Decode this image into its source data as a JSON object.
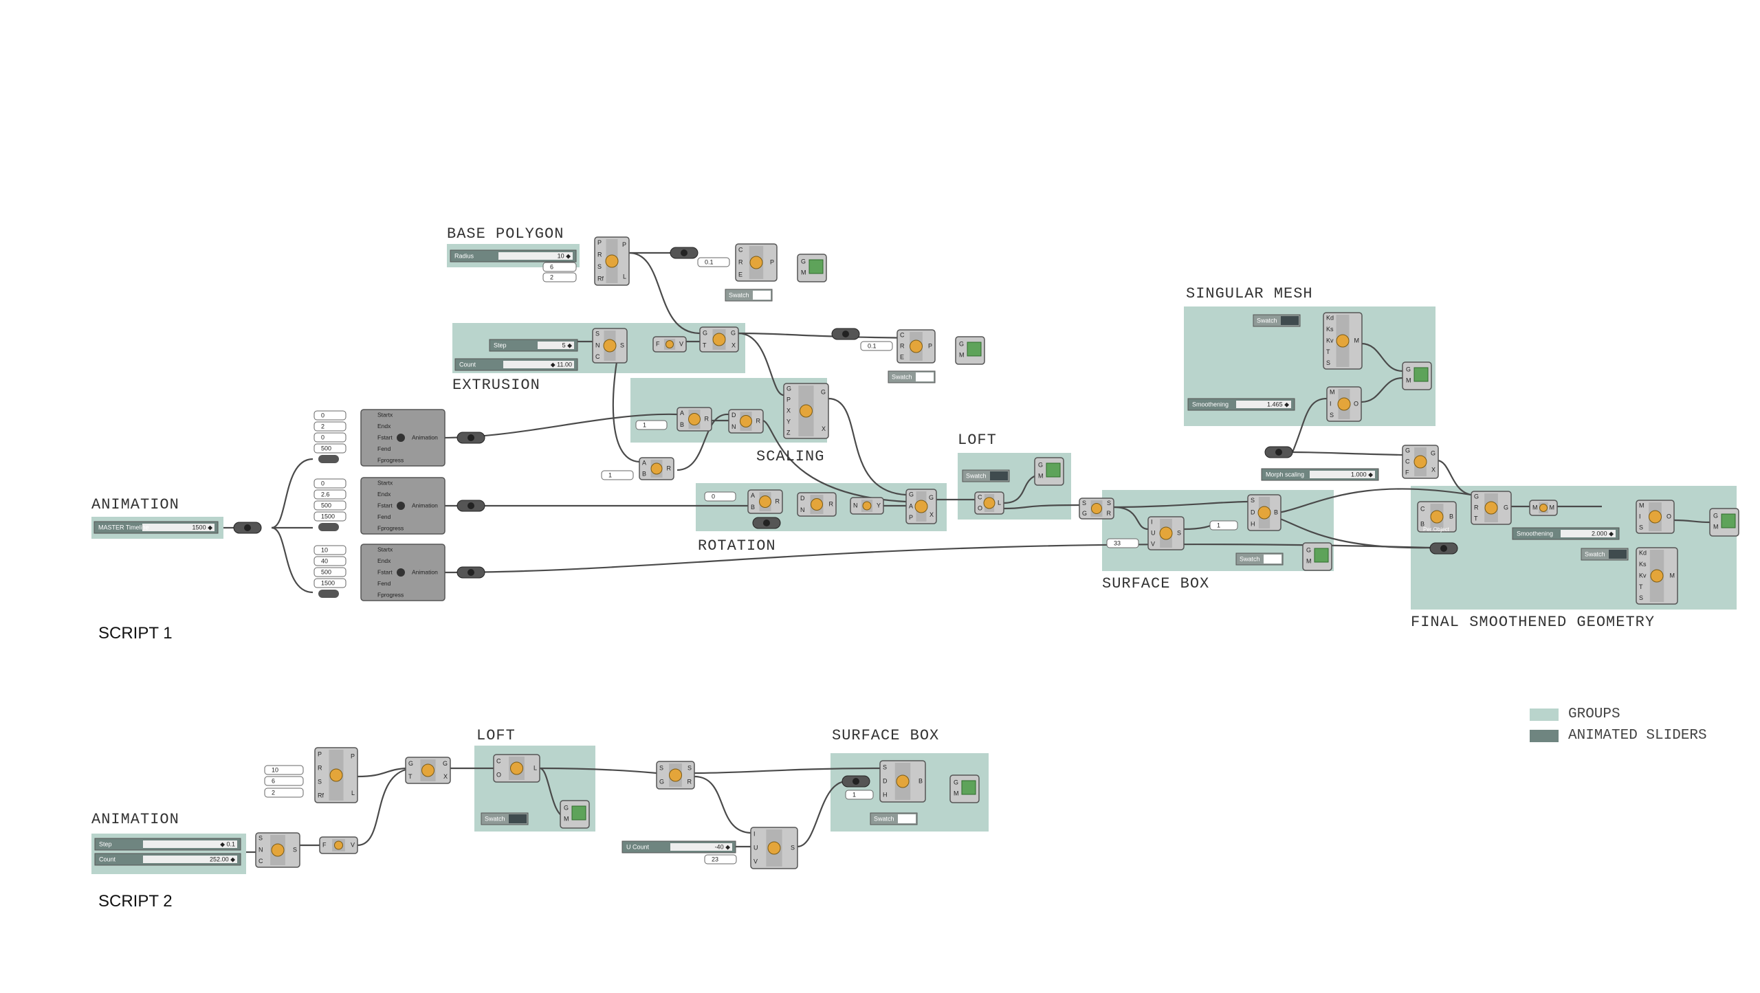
{
  "groups": {
    "base_polygon": "BASE POLYGON",
    "extrusion": "EXTRUSION",
    "scaling": "SCALING",
    "rotation": "ROTATION",
    "animation_1": "ANIMATION",
    "loft_1": "LOFT",
    "surface_box_1": "SURFACE BOX",
    "singular_mesh": "SINGULAR MESH",
    "final": "FINAL SMOOTHENED GEOMETRY",
    "animation_2": "ANIMATION",
    "loft_2": "LOFT",
    "surface_box_2": "SURFACE BOX"
  },
  "scripts": {
    "script1": "SCRIPT 1",
    "script2": "SCRIPT 2"
  },
  "legend": [
    {
      "label": "GROUPS",
      "color": "#b9d4cc"
    },
    {
      "label": "ANIMATED SLIDERS",
      "color": "#6f8580"
    }
  ],
  "colors": {
    "group_fill": "#b9d4cc",
    "animated_slider": "#6f8580",
    "component": "#c9c9c9",
    "wire": "#4a4a4a"
  },
  "sliders": {
    "master_timeline": {
      "label": "MASTER Timeline",
      "value": "1500 ◆"
    },
    "radius": {
      "label": "Radius",
      "value": "10 ◆"
    },
    "step": {
      "label": "Step",
      "value": "5 ◆"
    },
    "count": {
      "label": "Count",
      "value": "◆ 11.00"
    },
    "smoothening_mesh": {
      "label": "Smoothening",
      "value": "1.465 ◆"
    },
    "morph_scaling": {
      "label": "Morph scaling",
      "value": "1.000 ◆"
    },
    "smoothening_final": {
      "label": "Smoothening",
      "value": "2.000 ◆"
    },
    "step_2": {
      "label": "Step",
      "value": "◆ 0.1"
    },
    "count_2": {
      "label": "Count",
      "value": "252.00 ◆"
    },
    "u_count": {
      "label": "U Count",
      "value": "-40 ◆"
    }
  },
  "panels": {
    "anim1": [
      "0",
      "2",
      "0",
      "500"
    ],
    "anim2": [
      "0",
      "2.6",
      "500",
      "1500"
    ],
    "anim3": [
      "10",
      "40",
      "500",
      "1500"
    ],
    "base_polygon": [
      "6",
      "2"
    ],
    "polygon_2": [
      "10",
      "6",
      "2"
    ]
  },
  "values": {
    "move_a": "0.1",
    "move_b": "0.1",
    "scale_a": "1",
    "rot_a": "0",
    "box_h": "1",
    "surf_count": "33",
    "box2_h": "1",
    "surf2_count": "23"
  },
  "swatch_label": "Swatch",
  "per_object": "Per Object",
  "graph_mapper_label": "Animation",
  "graph_mapper_inputs": [
    "Startx",
    "Endx",
    "Fstart",
    "Fend",
    "Fprogress"
  ]
}
